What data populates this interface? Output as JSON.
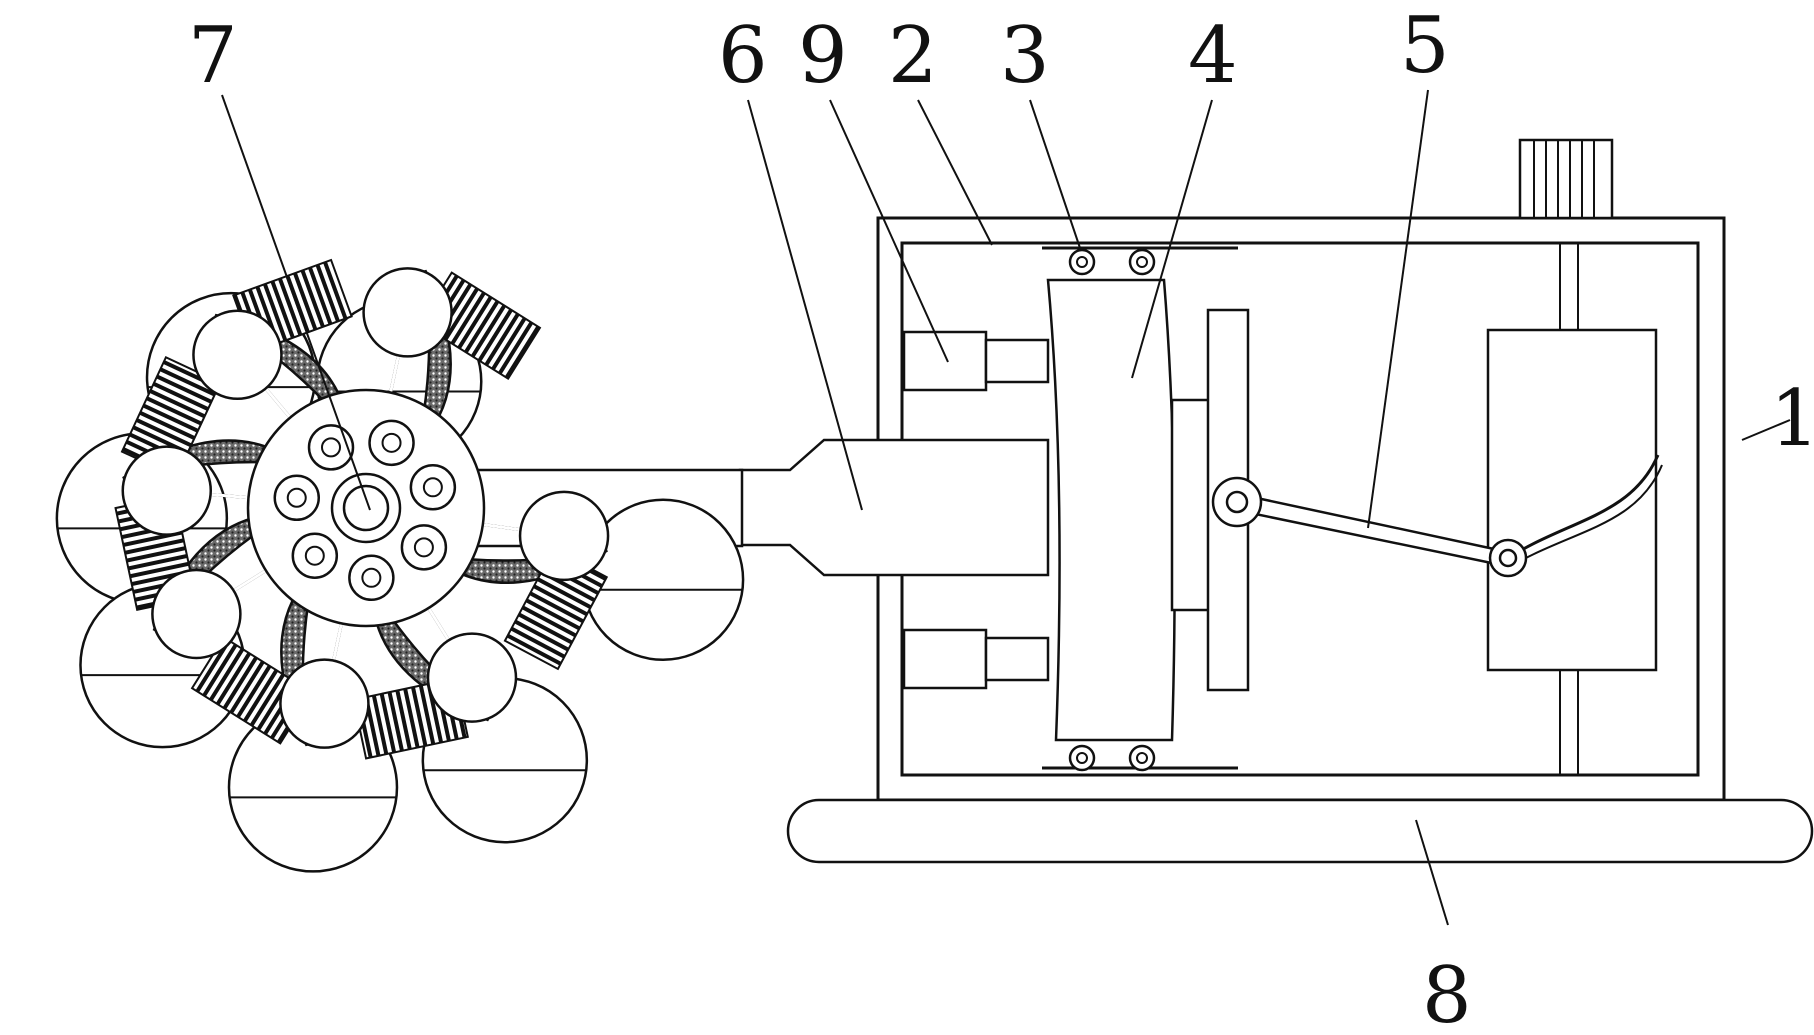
{
  "labels": {
    "housing": "1",
    "slide_rail": "2",
    "roller": "3",
    "slide_plate": "4",
    "connecting_rod": "5",
    "shaft_sleeve": "6",
    "impeller": "7",
    "base": "8",
    "cylinder": "9"
  },
  "colors": {
    "line": "#111111",
    "background": "#ffffff",
    "hatch": "#555555"
  }
}
